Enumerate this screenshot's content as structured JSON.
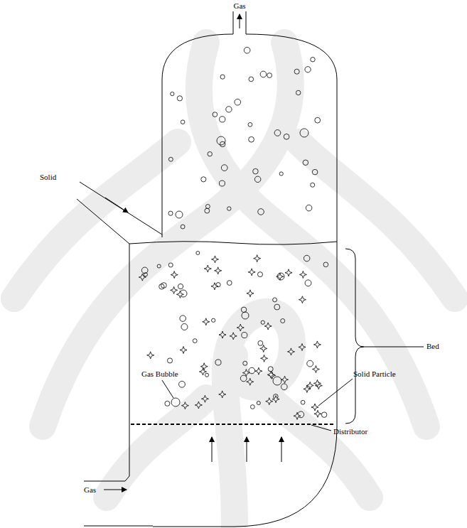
{
  "diagram": {
    "labels": [
      "Gas",
      "Solid",
      "Gas Bubble",
      "Solid Particle",
      "Bed",
      "Gas",
      "Distributor"
    ]
  }
}
